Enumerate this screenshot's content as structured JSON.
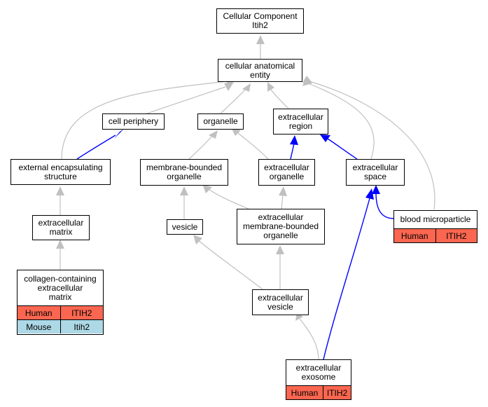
{
  "colors": {
    "grey_edge": "#c0c0c0",
    "blue_edge": "#0000ff",
    "human": "#fa6650",
    "mouse": "#add8e6"
  },
  "nodes": {
    "root": "Cellular Component\nItih2",
    "cae": "cellular anatomical\nentity",
    "cell_periphery": "cell periphery",
    "organelle": "organelle",
    "extracellular_region": "extracellular\nregion",
    "external_encapsulating_structure": "external encapsulating\nstructure",
    "membrane_bounded_organelle": "membrane-bounded\norganelle",
    "extracellular_organelle": "extracellular\norganelle",
    "extracellular_space": "extracellular\nspace",
    "extracellular_matrix": "extracellular\nmatrix",
    "vesicle": "vesicle",
    "ec_membrane_bounded_organelle": "extracellular\nmembrane-bounded\norganelle",
    "extracellular_vesicle": "extracellular\nvesicle",
    "blood_microparticle": {
      "label": "blood microparticle",
      "rows": [
        {
          "species": "Human",
          "gene": "ITIH2"
        }
      ]
    },
    "collagen_ecm": {
      "label": "collagen-containing\nextracellular\nmatrix",
      "rows": [
        {
          "species": "Human",
          "gene": "ITIH2"
        },
        {
          "species": "Mouse",
          "gene": "Itih2"
        }
      ]
    },
    "extracellular_exosome": {
      "label": "extracellular\nexosome",
      "rows": [
        {
          "species": "Human",
          "gene": "ITIH2"
        }
      ]
    }
  }
}
